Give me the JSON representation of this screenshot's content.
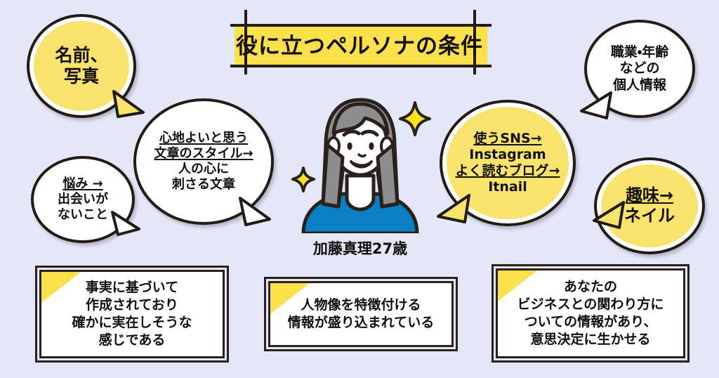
{
  "theme": {
    "background": "#e3e7f7",
    "accent_yellow": "#fae14b",
    "bubble_yellow": "#fae36d",
    "ink": "#231b16",
    "shirt_blue": "#0b7fc4",
    "hair_gray": "#8d8d8d"
  },
  "title": {
    "text": "役に立つペルソナの条件"
  },
  "bubbles": [
    {
      "id": "name-photo",
      "style": "yellow",
      "lines": [
        {
          "text": "名前、",
          "underline": false
        },
        {
          "text": "写真",
          "underline": false
        }
      ]
    },
    {
      "id": "writing-style",
      "style": "white",
      "lines": [
        {
          "text": "心地よいと思う",
          "underline": true
        },
        {
          "text": "文章のスタイル→",
          "underline": true
        },
        {
          "text": "人の心に",
          "underline": false
        },
        {
          "text": "刺さる文章",
          "underline": false
        }
      ]
    },
    {
      "id": "worry",
      "style": "white",
      "lines": [
        {
          "text": "悩み →",
          "underline": true
        },
        {
          "text": "出会いが",
          "underline": false
        },
        {
          "text": "ないこと",
          "underline": false
        }
      ]
    },
    {
      "id": "sns-blog",
      "style": "yellow",
      "lines": [
        {
          "text": "使うSNS→",
          "underline": true
        },
        {
          "text": "Instagram",
          "underline": false
        },
        {
          "text": "よく読むブログ→",
          "underline": true
        },
        {
          "text": "Itnail",
          "underline": false
        }
      ]
    },
    {
      "id": "personal-info",
      "style": "white",
      "lines": [
        {
          "text": "職業・年齢",
          "underline": false
        },
        {
          "text": "などの",
          "underline": false
        },
        {
          "text": "個人情報",
          "underline": false
        }
      ]
    },
    {
      "id": "hobby",
      "style": "yellow",
      "lines": [
        {
          "text": "趣味→",
          "underline": true
        },
        {
          "text": "ネイル",
          "underline": false
        }
      ]
    }
  ],
  "persona": {
    "name_age": "加藤真理27歳",
    "illustration": "woman-portrait-illustration",
    "sparkles": [
      "sparkle-large-right",
      "sparkle-small-left"
    ]
  },
  "statements": [
    {
      "id": "statement-fact-based",
      "text": "事実に基づいて\n作成されており\n確かに実在しそうな\n感じである"
    },
    {
      "id": "statement-characterizing-info",
      "text": "人物像を特徴付ける\n情報が盛り込まれている"
    },
    {
      "id": "statement-business-relation",
      "text": "あなたの\nビジネスとの関わり方に\nついての情報があり、\n意思決定に生かせる"
    }
  ]
}
